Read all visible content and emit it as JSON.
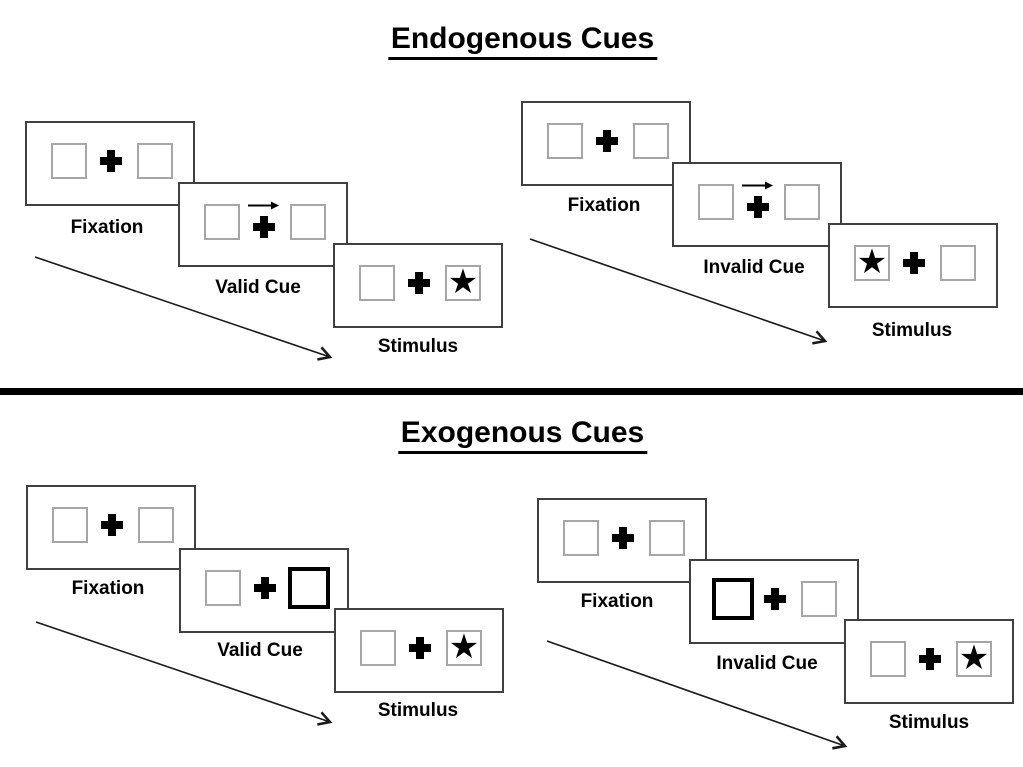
{
  "sections": [
    {
      "title": "Endogenous Cues",
      "trials": [
        {
          "name": "valid-trial",
          "screens": [
            {
              "label": "Fixation",
              "content": "two empty squares with central fixation cross"
            },
            {
              "label": "Valid Cue",
              "content": "right-pointing arrow above fixation cross"
            },
            {
              "label": "Stimulus",
              "content": "star in right square"
            }
          ]
        },
        {
          "name": "invalid-trial",
          "screens": [
            {
              "label": "Fixation",
              "content": "two empty squares with central fixation cross"
            },
            {
              "label": "Invalid Cue",
              "content": "right-pointing arrow above fixation cross"
            },
            {
              "label": "Stimulus",
              "content": "star in left square"
            }
          ]
        }
      ]
    },
    {
      "title": "Exogenous Cues",
      "trials": [
        {
          "name": "valid-trial",
          "screens": [
            {
              "label": "Fixation",
              "content": "two empty squares with central fixation cross"
            },
            {
              "label": "Valid Cue",
              "content": "right square highlighted with bold border"
            },
            {
              "label": "Stimulus",
              "content": "star in right square"
            }
          ]
        },
        {
          "name": "invalid-trial",
          "screens": [
            {
              "label": "Fixation",
              "content": "two empty squares with central fixation cross"
            },
            {
              "label": "Invalid Cue",
              "content": "left square highlighted with bold border"
            },
            {
              "label": "Stimulus",
              "content": "star in right square"
            }
          ]
        }
      ]
    }
  ],
  "glyphs": {
    "star": "★"
  },
  "colors": {
    "background": "#ffffff",
    "panel_border": "#404040",
    "square_border": "#a6a6a6",
    "ink": "#000000"
  }
}
